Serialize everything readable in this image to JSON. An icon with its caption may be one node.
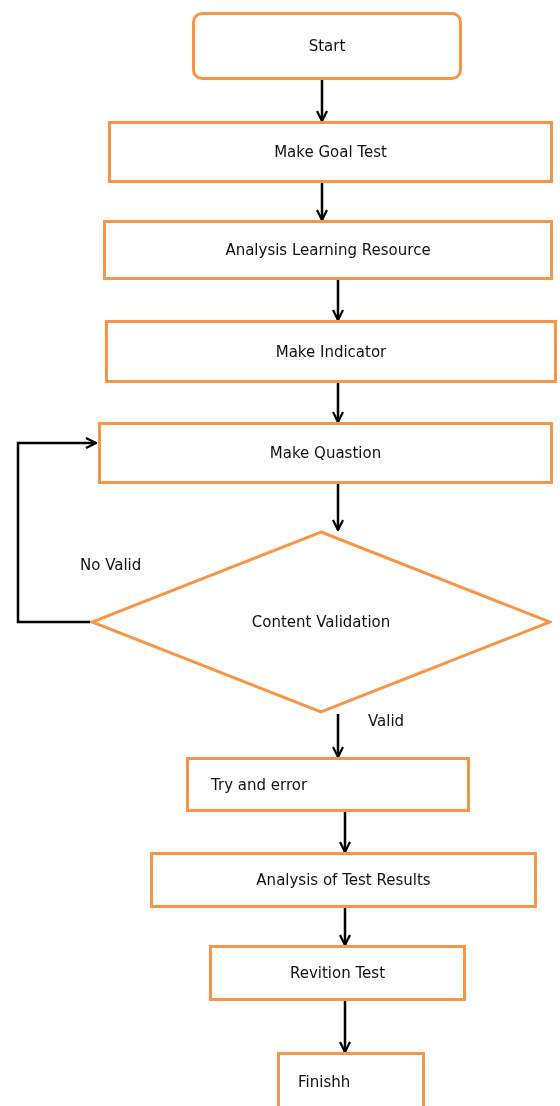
{
  "diagram": {
    "nodes": [
      {
        "text": [
          "Start"
        ]
      },
      {
        "text": [
          "Make Goal Test"
        ]
      },
      {
        "text": [
          "Analysis Learning Resource"
        ]
      },
      {
        "text": [
          "Make Indicator"
        ]
      },
      {
        "text": [
          "Make Quastion"
        ]
      },
      {
        "text": [
          "Content Validation"
        ]
      },
      {
        "text": [
          "Try and error"
        ]
      },
      {
        "text": [
          "Analysis of Test Results"
        ]
      },
      {
        "text": [
          "Revition Test"
        ]
      },
      {
        "text": [
          "Finishh"
        ]
      }
    ],
    "edges": [
      {
        "from": 0,
        "to": 1,
        "arrow": "to"
      },
      {
        "from": 1,
        "to": 2,
        "arrow": "to"
      },
      {
        "from": 2,
        "to": 3,
        "arrow": "to"
      },
      {
        "from": 3,
        "to": 4,
        "arrow": "to"
      },
      {
        "from": 4,
        "to": 5,
        "arrow": "to"
      },
      {
        "from": 5,
        "to": 4,
        "arrow": "to",
        "label": "No Valid"
      },
      {
        "from": 5,
        "to": 6,
        "arrow": "to",
        "label": "Valid"
      },
      {
        "from": 6,
        "to": 7,
        "arrow": "to"
      },
      {
        "from": 7,
        "to": 8,
        "arrow": "to"
      },
      {
        "from": 8,
        "to": 9,
        "arrow": "to"
      }
    ]
  }
}
